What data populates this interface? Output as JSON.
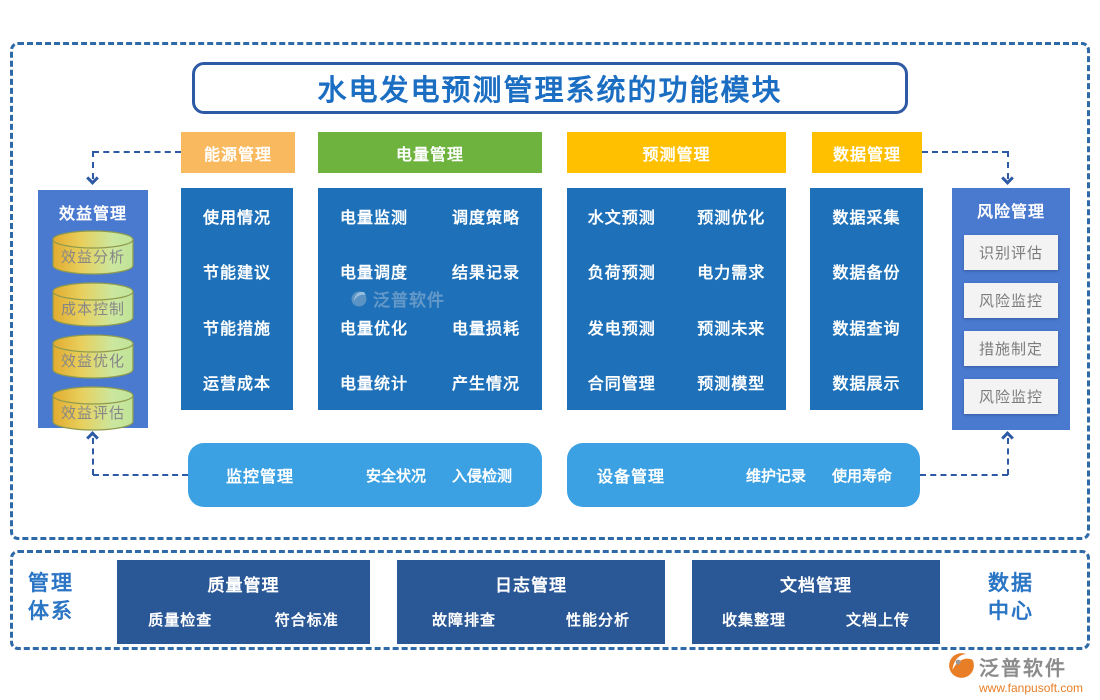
{
  "title": "水电发电预测管理系统的功能模块",
  "colors": {
    "column_blue": "#1e71b8",
    "panel_blue": "#4a79d0",
    "header_orange": "#f9b95e",
    "header_green": "#6db33e",
    "header_gold": "#ffc000",
    "light_blue": "#3ba1e3",
    "navy": "#2a5795",
    "accent_blue": "#2b75c5",
    "logo_orange": "#e87e26"
  },
  "columns": [
    {
      "header": "能源管理",
      "header_color": "#f9b95e",
      "items": [
        "使用情况",
        "节能建议",
        "节能措施",
        "运营成本"
      ]
    },
    {
      "header": "电量管理",
      "header_color": "#6db33e",
      "left": [
        "电量监测",
        "电量调度",
        "电量优化",
        "电量统计"
      ],
      "right": [
        "调度策略",
        "结果记录",
        "电量损耗",
        "产生情况"
      ]
    },
    {
      "header": "预测管理",
      "header_color": "#ffc000",
      "left": [
        "水文预测",
        "负荷预测",
        "发电预测",
        "合同管理"
      ],
      "right": [
        "预测优化",
        "电力需求",
        "预测未来",
        "预测模型"
      ]
    },
    {
      "header": "数据管理",
      "header_color": "#ffc000",
      "items": [
        "数据采集",
        "数据备份",
        "数据查询",
        "数据展示"
      ]
    }
  ],
  "left_panel": {
    "title": "效益管理",
    "items": [
      "效益分析",
      "成本控制",
      "效益优化",
      "效益评估"
    ]
  },
  "right_panel": {
    "title": "风险管理",
    "items": [
      "识别评估",
      "风险监控",
      "措施制定",
      "风险监控"
    ]
  },
  "middle_row": [
    {
      "title": "监控管理",
      "items": [
        "安全状况",
        "入侵检测"
      ]
    },
    {
      "title": "设备管理",
      "items": [
        "维护记录",
        "使用寿命"
      ]
    }
  ],
  "bottom_row": [
    {
      "title": "质量管理",
      "items": [
        "质量检查",
        "符合标准"
      ]
    },
    {
      "title": "日志管理",
      "items": [
        "故障排查",
        "性能分析"
      ]
    },
    {
      "title": "文档管理",
      "items": [
        "收集整理",
        "文档上传"
      ]
    }
  ],
  "management_system_label": {
    "line1": "管理",
    "line2": "体系"
  },
  "data_center_label": {
    "line1": "数据",
    "line2": "中心"
  },
  "watermark": {
    "text": "泛普软件"
  },
  "logo": {
    "name": "泛普软件",
    "url": "www.fanpusoft.com"
  }
}
